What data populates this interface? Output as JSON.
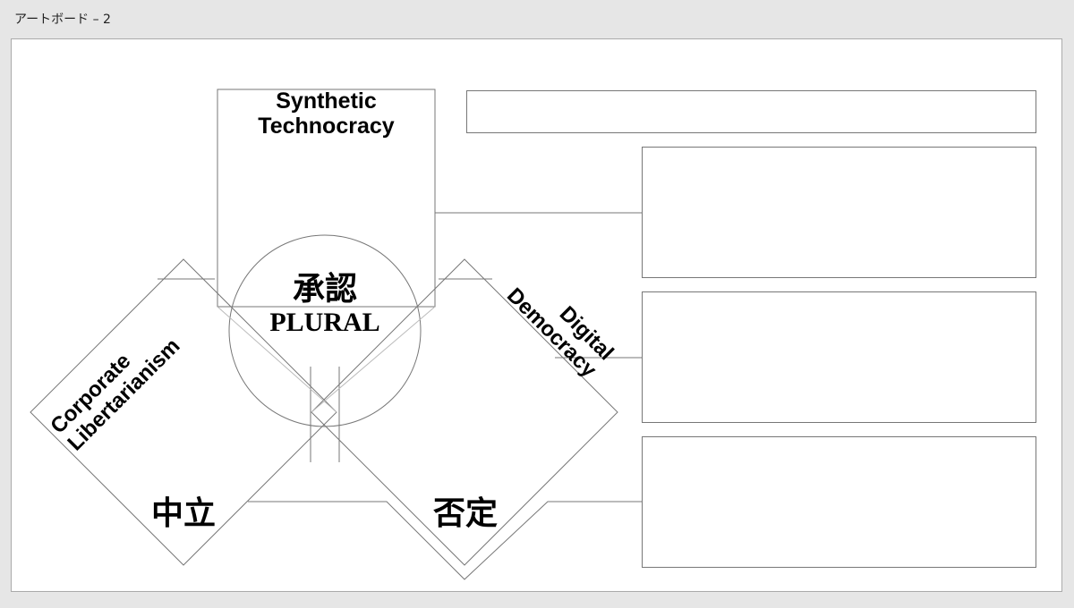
{
  "artboard": {
    "title": "アートボード – 2"
  },
  "diagram": {
    "top_square_label_line1": "Synthetic",
    "top_square_label_line2": "Technocracy",
    "left_diamond_label_line1": "Corporate",
    "left_diamond_label_line2": "Libertarianism",
    "right_diamond_label_line1": "Digital",
    "right_diamond_label_line2": "Democracy",
    "circle_label_kanji": "承認",
    "circle_label_latin": "PLURAL",
    "left_kanji": "中立",
    "right_kanji": "否定"
  },
  "colors": {
    "stroke": "#777777",
    "background": "#e6e6e6",
    "artboard": "#ffffff"
  }
}
